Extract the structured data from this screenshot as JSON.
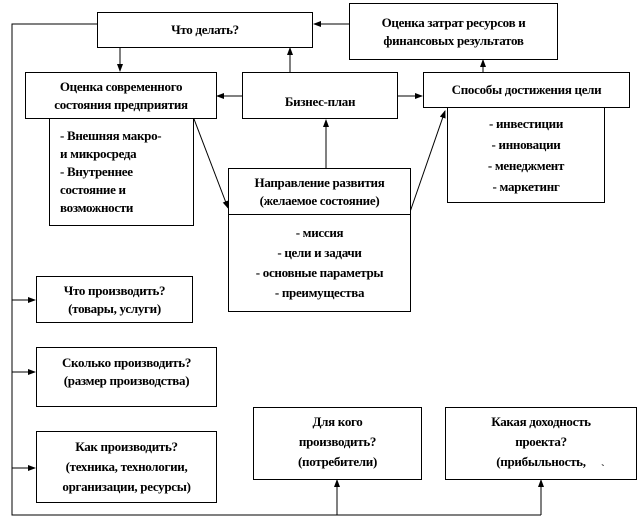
{
  "what_to_do": "Что делать?",
  "cost_assessment": [
    "Оценка затрат ресурсов и",
    "финансовых результатов"
  ],
  "current_state": [
    "Оценка современного",
    "состояния предприятия"
  ],
  "current_state_items": [
    "- Внешняя макро-",
    "и микросреда",
    "- Внутреннее",
    "состояние и",
    "возможности"
  ],
  "business_plan": "Бизнес-план",
  "ways": "Способы достижения цели",
  "ways_items": [
    "- инвестиции",
    "- инновации",
    "- менеджмент",
    "- маркетинг"
  ],
  "direction": [
    "Направление развития",
    "(желаемое состояние)"
  ],
  "direction_items": [
    "- миссия",
    "- цели и задачи",
    "- основные параметры",
    "- преимущества"
  ],
  "what_produce": [
    "Что производить?",
    "(товары, услуги)"
  ],
  "how_much": [
    "Сколько производить?",
    "(размер производства)"
  ],
  "how_produce": [
    "Как производить?",
    "(техника, технологии,",
    "организации, ресурсы)"
  ],
  "for_whom": [
    "Для кого",
    "производить?",
    "(потребители)"
  ],
  "profitability": [
    "Какая доходность",
    "проекта?",
    "(прибыльность,",
    "`"
  ]
}
